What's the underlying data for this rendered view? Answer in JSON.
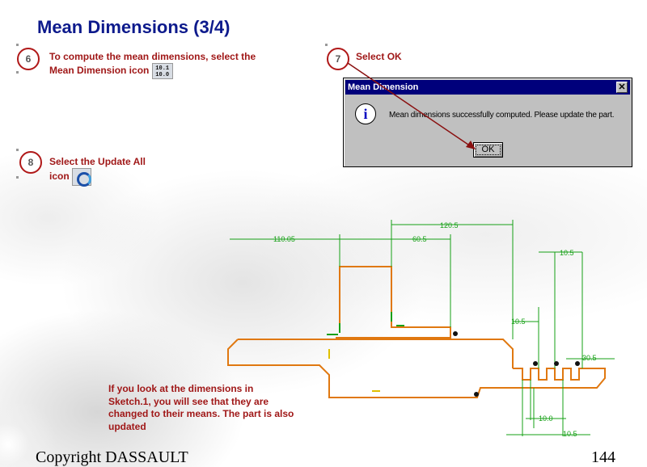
{
  "title": "Mean Dimensions (3/4)",
  "steps": [
    {
      "number": "6",
      "text_line1": "To compute the mean dimensions, select the",
      "text_line2": "Mean Dimension icon"
    },
    {
      "number": "7",
      "text_line1": "Select OK"
    },
    {
      "number": "8",
      "text_line1": "Select the Update All",
      "text_line2": "icon"
    }
  ],
  "mean_icon_label": "10.1\n10.0",
  "dialog": {
    "title": "Mean Dimension",
    "close_glyph": "✕",
    "message": "Mean dimensions successfully computed. Please update the part.",
    "ok_label": "OK"
  },
  "drawing": {
    "dimensions": [
      "120.5",
      "110.05",
      "60.5",
      "10.5",
      "10.5",
      "30.5",
      "10.0",
      "10.5"
    ]
  },
  "note": "If you look at the dimensions in Sketch.1, you will see that they are changed to their means. The part is also updated",
  "footer": {
    "copyright": "Copyright DASSAULT",
    "page_number": "144"
  },
  "colors": {
    "title": "#0d1a8c",
    "step_text": "#a01818",
    "dimension": "#16a016",
    "profile": "#e07810",
    "dialog_titlebar": "#00007b"
  }
}
